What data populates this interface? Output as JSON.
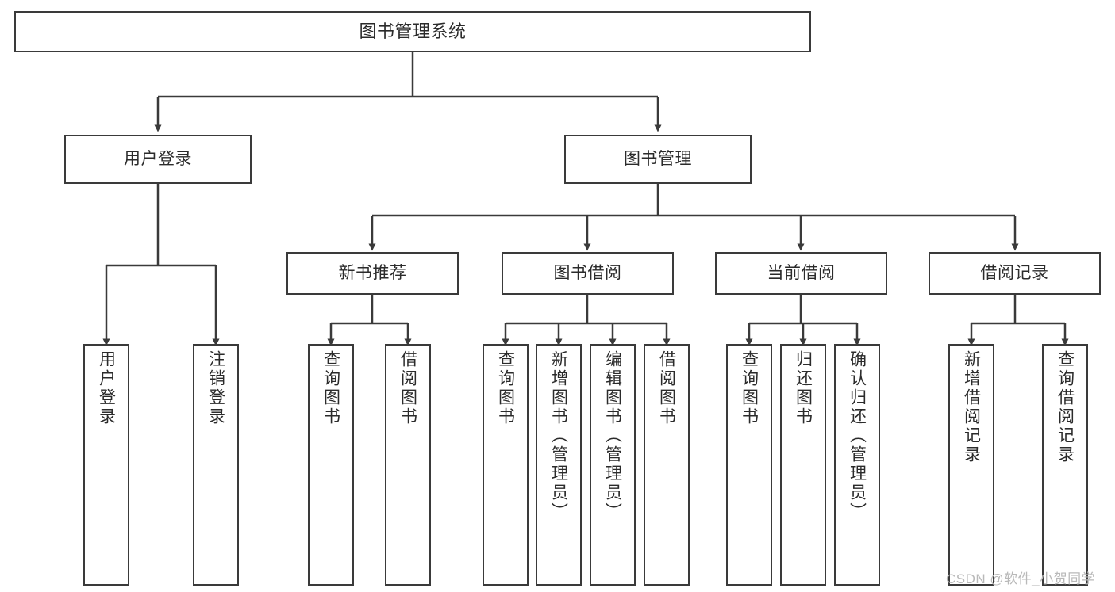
{
  "diagram": {
    "title": "图书管理系统",
    "type": "tree-hierarchy",
    "watermark": "CSDN @软件_小贺同学",
    "colors": {
      "background": "#ffffff",
      "box_border": "#3a3a3a",
      "text": "#2b2b2b",
      "edge": "#3a3a3a",
      "watermark": "#b9b9b9"
    },
    "nodes": {
      "root": {
        "label": "图书管理系统"
      },
      "level2": [
        {
          "id": "user-login",
          "label": "用户登录"
        },
        {
          "id": "book-manage",
          "label": "图书管理"
        }
      ],
      "level3": [
        {
          "id": "new-book-rec",
          "label": "新书推荐"
        },
        {
          "id": "book-borrow",
          "label": "图书借阅"
        },
        {
          "id": "current-borrow",
          "label": "当前借阅"
        },
        {
          "id": "borrow-record",
          "label": "借阅记录"
        }
      ],
      "leaves": {
        "user_login": [
          {
            "id": "leaf-user-login",
            "label": "用户登录"
          },
          {
            "id": "leaf-logout-login",
            "label": "注销登录"
          }
        ],
        "new_book_rec": [
          {
            "id": "leaf-query-book-1",
            "label": "查询图书"
          },
          {
            "id": "leaf-borrow-book-1",
            "label": "借阅图书"
          }
        ],
        "book_borrow": [
          {
            "id": "leaf-query-book-2",
            "label": "查询图书"
          },
          {
            "id": "leaf-add-book",
            "label": "新增图书（管理员）"
          },
          {
            "id": "leaf-edit-book",
            "label": "编辑图书（管理员）"
          },
          {
            "id": "leaf-borrow-book-2",
            "label": "借阅图书"
          }
        ],
        "current_borrow": [
          {
            "id": "leaf-query-book-3",
            "label": "查询图书"
          },
          {
            "id": "leaf-return-book",
            "label": "归还图书"
          },
          {
            "id": "leaf-confirm-return",
            "label": "确认归还（管理员）"
          }
        ],
        "borrow_record": [
          {
            "id": "leaf-add-record",
            "label": "新增借阅记录"
          },
          {
            "id": "leaf-query-record",
            "label": "查询借阅记录"
          }
        ]
      }
    }
  }
}
